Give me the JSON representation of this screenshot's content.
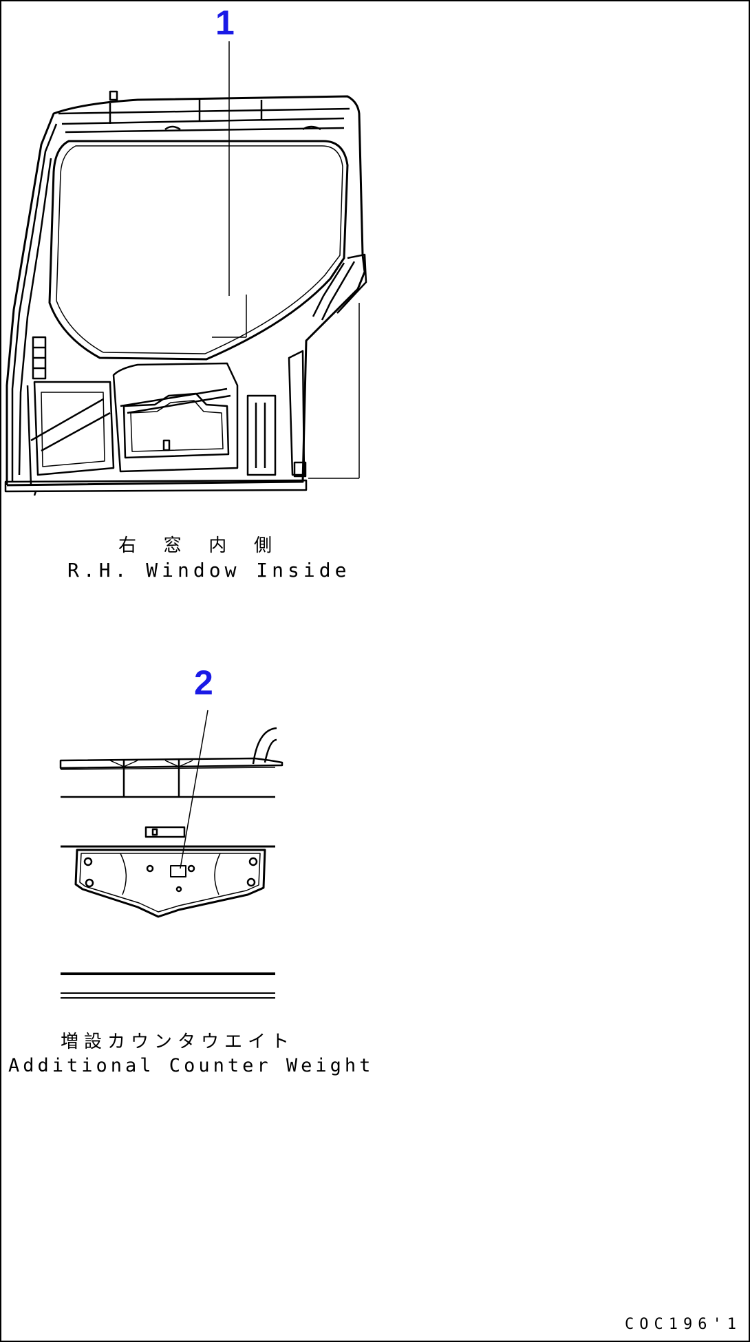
{
  "views": [
    {
      "callout": "1",
      "caption_jp": "右 窓 内 側",
      "caption_en": "R.H. Window Inside"
    },
    {
      "callout": "2",
      "caption_jp": "増設カウンタウエイト",
      "caption_en": "Additional Counter Weight"
    }
  ],
  "drawing_code": "COC196'1",
  "colors": {
    "line": "#000000",
    "callout": "#1a1ae6",
    "background": "#ffffff"
  }
}
